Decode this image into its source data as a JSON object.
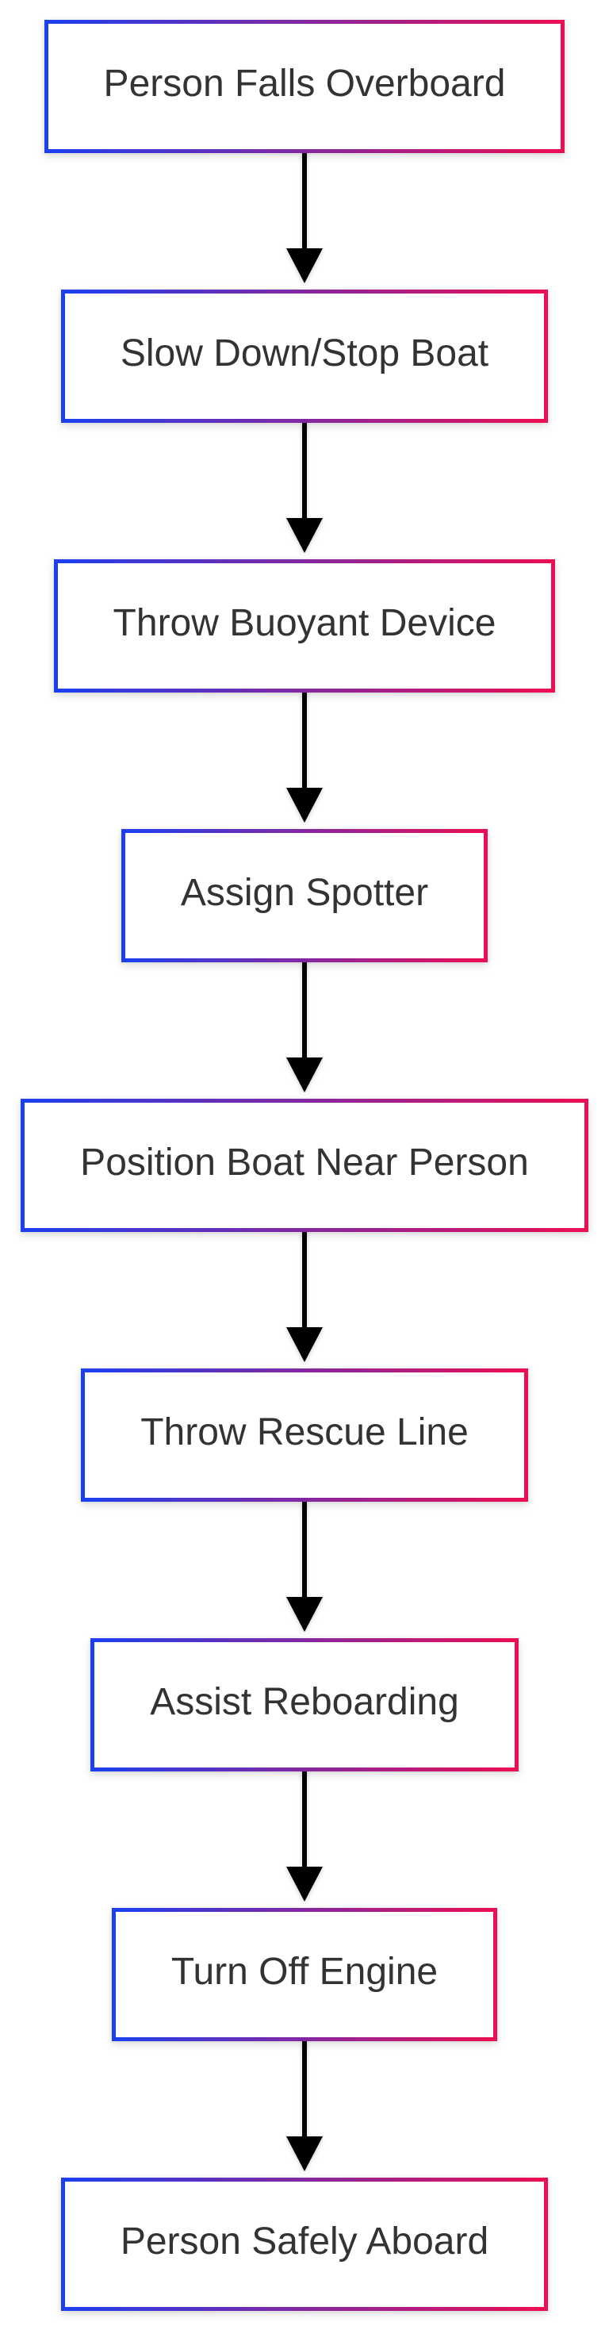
{
  "diagram": {
    "type": "flowchart",
    "direction": "top-down",
    "nodes": [
      {
        "id": "person-falls-overboard",
        "label": "Person Falls Overboard"
      },
      {
        "id": "slow-down-stop-boat",
        "label": "Slow Down/Stop Boat"
      },
      {
        "id": "throw-buoyant-device",
        "label": "Throw Buoyant Device"
      },
      {
        "id": "assign-spotter",
        "label": "Assign Spotter"
      },
      {
        "id": "position-boat-near-person",
        "label": "Position Boat Near Person"
      },
      {
        "id": "throw-rescue-line",
        "label": "Throw Rescue Line"
      },
      {
        "id": "assist-reboarding",
        "label": "Assist Reboarding"
      },
      {
        "id": "turn-off-engine",
        "label": "Turn Off Engine"
      },
      {
        "id": "person-safely-aboard",
        "label": "Person Safely Aboard"
      }
    ],
    "edges": [
      {
        "from": 0,
        "to": 1
      },
      {
        "from": 1,
        "to": 2
      },
      {
        "from": 2,
        "to": 3
      },
      {
        "from": 3,
        "to": 4
      },
      {
        "from": 4,
        "to": 5
      },
      {
        "from": 5,
        "to": 6
      },
      {
        "from": 6,
        "to": 7
      },
      {
        "from": 7,
        "to": 8
      }
    ],
    "style": {
      "border_gradient_start": "#1C40F0",
      "border_gradient_end": "#EC0E52",
      "node_background": "#FFFFFF",
      "text_color": "#333333",
      "arrow_color": "#000000",
      "page_background": "#FFFFFF"
    }
  }
}
